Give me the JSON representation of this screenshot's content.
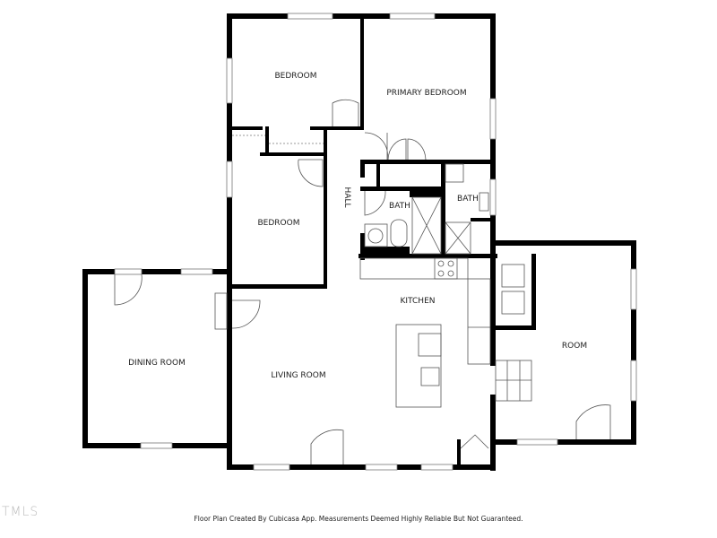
{
  "rooms": {
    "bedroom_top": "BEDROOM",
    "primary_bedroom": "PRIMARY BEDROOM",
    "hall": "HALL",
    "bedroom_mid": "BEDROOM",
    "bath_left": "BATH",
    "bath_right": "BATH",
    "kitchen": "KITCHEN",
    "room": "ROOM",
    "dining_room": "DINING ROOM",
    "living_room": "LIVING ROOM"
  },
  "watermark": "TMLS",
  "footer": "Floor Plan Created By Cubicasa App. Measurements Deemed Highly Reliable But Not Guaranteed.",
  "colors": {
    "wall": "#000000",
    "background": "#ffffff",
    "fixture": "#555555"
  }
}
